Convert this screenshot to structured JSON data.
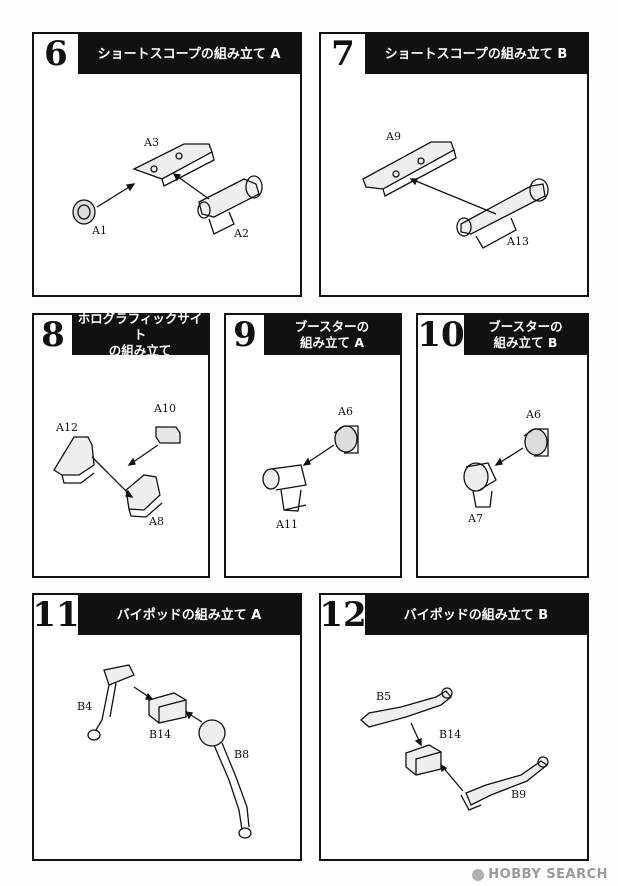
{
  "steps": [
    {
      "number": "6",
      "title": "ショートスコープの組み立て A",
      "parts": [
        "A3",
        "A1",
        "A2"
      ]
    },
    {
      "number": "7",
      "title": "ショートスコープの組み立て B",
      "parts": [
        "A9",
        "A13"
      ]
    },
    {
      "number": "8",
      "title_line1": "ホログラフィックサイト",
      "title_line2": "の組み立て",
      "parts": [
        "A10",
        "A12",
        "A8"
      ]
    },
    {
      "number": "9",
      "title_line1": "ブースターの",
      "title_line2": "組み立て A",
      "parts": [
        "A6",
        "A11"
      ]
    },
    {
      "number": "10",
      "title_line1": "ブースターの",
      "title_line2": "組み立て B",
      "parts": [
        "A6",
        "A7"
      ]
    },
    {
      "number": "11",
      "title": "バイポッドの組み立て A",
      "parts": [
        "B4",
        "B14",
        "B8"
      ]
    },
    {
      "number": "12",
      "title": "バイポッドの組み立て B",
      "parts": [
        "B5",
        "B14",
        "B9"
      ]
    }
  ],
  "watermark": "HOBBY SEARCH",
  "colors": {
    "ink": "#111111",
    "paper": "#ffffff",
    "watermark": "#9a9a9a"
  }
}
